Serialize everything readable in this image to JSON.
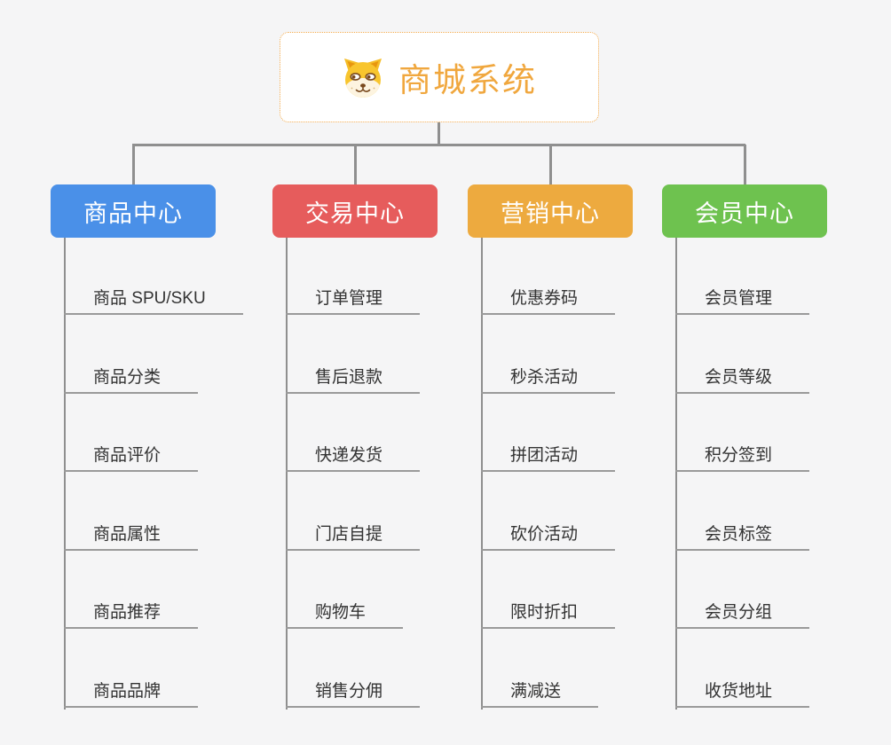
{
  "root": {
    "title": "商城系统",
    "icon": "dog-face-icon"
  },
  "branches": [
    {
      "label": "商品中心",
      "color": "#4a90e8",
      "children": [
        "商品 SPU/SKU",
        "商品分类",
        "商品评价",
        "商品属性",
        "商品推荐",
        "商品品牌"
      ]
    },
    {
      "label": "交易中心",
      "color": "#e65c5c",
      "children": [
        "订单管理",
        "售后退款",
        "快递发货",
        "门店自提",
        "购物车",
        "销售分佣"
      ]
    },
    {
      "label": "营销中心",
      "color": "#edaa3f",
      "children": [
        "优惠券码",
        "秒杀活动",
        "拼团活动",
        "砍价活动",
        "限时折扣",
        "满减送"
      ]
    },
    {
      "label": "会员中心",
      "color": "#6ec24f",
      "children": [
        "会员管理",
        "会员等级",
        "积分签到",
        "会员标签",
        "会员分组",
        "收货地址"
      ]
    }
  ],
  "colors": {
    "background": "#f5f5f6",
    "connector": "#8f8f8f",
    "leaf_underline": "#9a9a9a",
    "root_accent": "#f0a73e",
    "root_border": "#f2ab4e",
    "leaf_text": "#333333"
  }
}
